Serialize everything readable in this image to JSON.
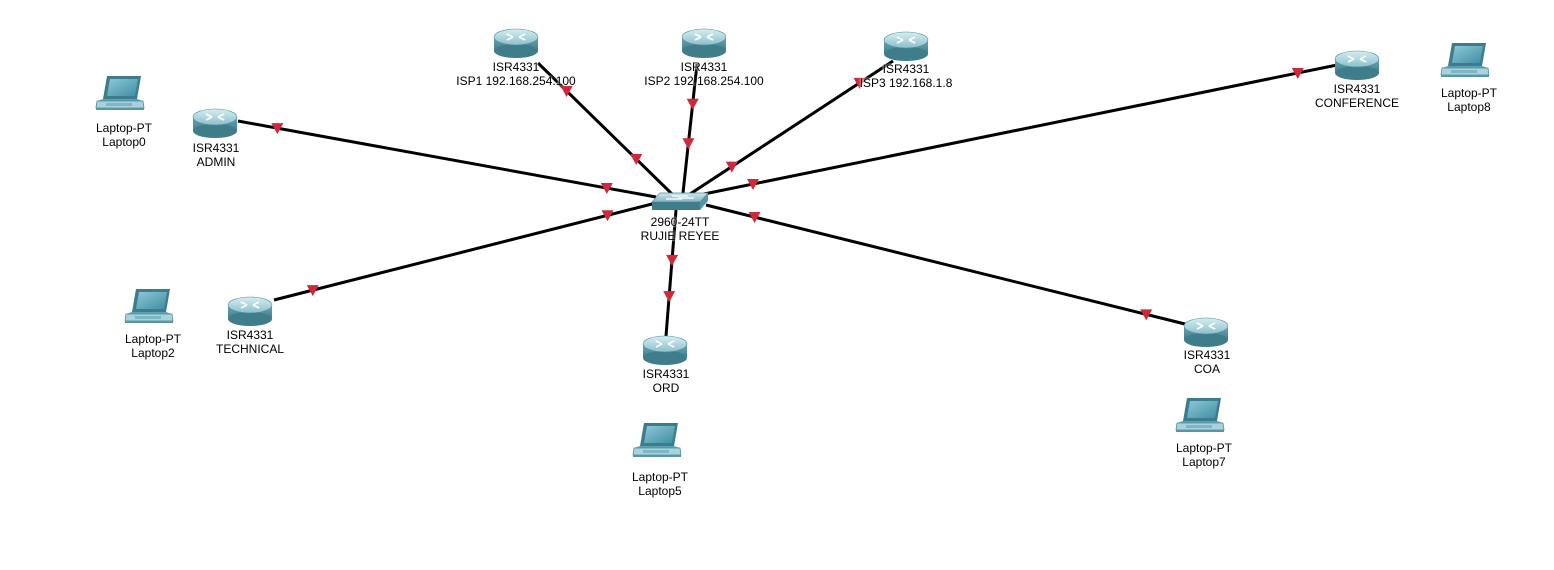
{
  "colors": {
    "link": "#000000",
    "port_down": "#d0283a",
    "router": "#5a9aa8",
    "laptop": "#4f98ab"
  },
  "switch": {
    "model": "2960-24TT",
    "name": "RUJIE REYEE",
    "icon": "switch-icon"
  },
  "routers": [
    {
      "id": "isp1",
      "model": "ISR4331",
      "name": "ISP1 192.168.254.100",
      "icon": "router-icon"
    },
    {
      "id": "isp2",
      "model": "ISR4331",
      "name": "ISP2 192.168.254.100",
      "icon": "router-icon"
    },
    {
      "id": "isp3",
      "model": "ISR4331",
      "name": "ISP3 192.168.1.8",
      "icon": "router-icon"
    },
    {
      "id": "conference",
      "model": "ISR4331",
      "name": "CONFERENCE",
      "icon": "router-icon"
    },
    {
      "id": "admin",
      "model": "ISR4331",
      "name": "ADMIN",
      "icon": "router-icon"
    },
    {
      "id": "technical",
      "model": "ISR4331",
      "name": "TECHNICAL",
      "icon": "router-icon"
    },
    {
      "id": "ord",
      "model": "ISR4331",
      "name": "ORD",
      "icon": "router-icon"
    },
    {
      "id": "coa",
      "model": "ISR4331",
      "name": "COA",
      "icon": "router-icon"
    }
  ],
  "laptops": [
    {
      "id": "laptop0",
      "model": "Laptop-PT",
      "name": "Laptop0",
      "icon": "laptop-icon"
    },
    {
      "id": "laptop8",
      "model": "Laptop-PT",
      "name": "Laptop8",
      "icon": "laptop-icon"
    },
    {
      "id": "laptop2",
      "model": "Laptop-PT",
      "name": "Laptop2",
      "icon": "laptop-icon"
    },
    {
      "id": "laptop5",
      "model": "Laptop-PT",
      "name": "Laptop5",
      "icon": "laptop-icon"
    },
    {
      "id": "laptop7",
      "model": "Laptop-PT",
      "name": "Laptop7",
      "icon": "laptop-icon"
    }
  ],
  "links": [
    {
      "to": "isp1",
      "status": "down"
    },
    {
      "to": "isp2",
      "status": "down"
    },
    {
      "to": "isp3",
      "status": "down"
    },
    {
      "to": "conference",
      "status": "down"
    },
    {
      "to": "admin",
      "status": "down"
    },
    {
      "to": "technical",
      "status": "down"
    },
    {
      "to": "ord",
      "status": "down"
    },
    {
      "to": "coa",
      "status": "down"
    }
  ]
}
